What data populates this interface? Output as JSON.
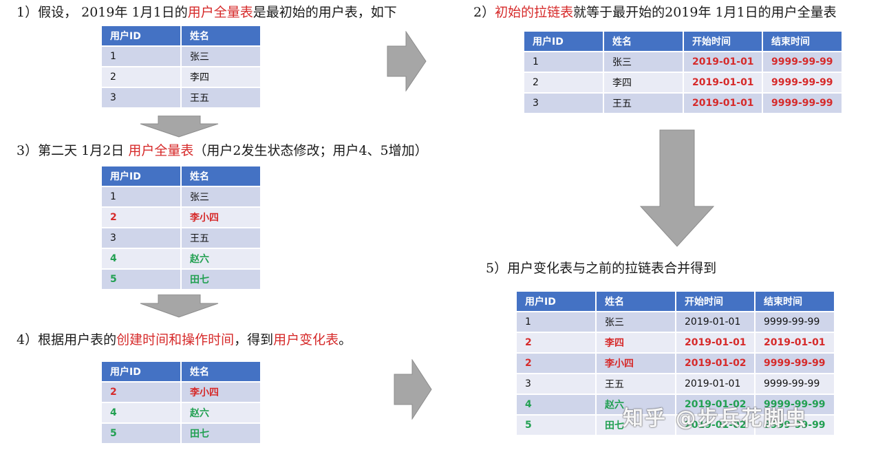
{
  "step1": {
    "parts": [
      {
        "text": "1）假设， 2019年 1月1日的",
        "red": false
      },
      {
        "text": "用户全量表",
        "red": true
      },
      {
        "text": "是最初始的用户表，如下",
        "red": false
      }
    ],
    "columns": [
      "用户ID",
      "姓名"
    ],
    "rows": [
      {
        "cells": [
          "1",
          "张三"
        ],
        "color": ""
      },
      {
        "cells": [
          "2",
          "李四"
        ],
        "color": ""
      },
      {
        "cells": [
          "3",
          "王五"
        ],
        "color": ""
      }
    ]
  },
  "step2": {
    "parts": [
      {
        "text": "2）",
        "red": false
      },
      {
        "text": "初始的拉链表",
        "red": true
      },
      {
        "text": "就等于最开始的2019年 1月1日的用户全量表",
        "red": false
      }
    ],
    "columns": [
      "用户ID",
      "姓名",
      "开始时间",
      "结束时间"
    ],
    "rows": [
      {
        "cells": [
          "1",
          "张三",
          "2019-01-01",
          "9999-99-99"
        ],
        "colors": [
          "",
          "",
          "red",
          "red"
        ]
      },
      {
        "cells": [
          "2",
          "李四",
          "2019-01-01",
          "9999-99-99"
        ],
        "colors": [
          "",
          "",
          "red",
          "red"
        ]
      },
      {
        "cells": [
          "3",
          "王五",
          "2019-01-01",
          "9999-99-99"
        ],
        "colors": [
          "",
          "",
          "red",
          "red"
        ]
      }
    ]
  },
  "step3": {
    "parts": [
      {
        "text": "3）第二天 1月2日 ",
        "red": false
      },
      {
        "text": "用户全量表",
        "red": true
      },
      {
        "text": "（用户2发生状态修改；用户4、5增加）",
        "red": false
      }
    ],
    "columns": [
      "用户ID",
      "姓名"
    ],
    "rows": [
      {
        "cells": [
          "1",
          "张三"
        ],
        "color": ""
      },
      {
        "cells": [
          "2",
          "李小四"
        ],
        "color": "red"
      },
      {
        "cells": [
          "3",
          "王五"
        ],
        "color": ""
      },
      {
        "cells": [
          "4",
          "赵六"
        ],
        "color": "green"
      },
      {
        "cells": [
          "5",
          "田七"
        ],
        "color": "green"
      }
    ]
  },
  "step4": {
    "parts": [
      {
        "text": "4）根据用户表的",
        "red": false
      },
      {
        "text": "创建时间和操作时间",
        "red": true
      },
      {
        "text": "，得到",
        "red": false
      },
      {
        "text": "用户变化表",
        "red": true
      },
      {
        "text": "。",
        "red": false
      }
    ],
    "columns": [
      "用户ID",
      "姓名"
    ],
    "rows": [
      {
        "cells": [
          "2",
          "李小四"
        ],
        "color": "red"
      },
      {
        "cells": [
          "4",
          "赵六"
        ],
        "color": "green"
      },
      {
        "cells": [
          "5",
          "田七"
        ],
        "color": "green"
      }
    ]
  },
  "step5": {
    "parts": [
      {
        "text": "5）用户变化表与之前的拉链表合并得到",
        "red": false
      }
    ],
    "columns": [
      "用户ID",
      "姓名",
      "开始时间",
      "结束时间"
    ],
    "rows": [
      {
        "cells": [
          "1",
          "张三",
          "2019-01-01",
          "9999-99-99"
        ],
        "color": ""
      },
      {
        "cells": [
          "2",
          "李四",
          "2019-01-01",
          "2019-01-01"
        ],
        "color": "red"
      },
      {
        "cells": [
          "2",
          "李小四",
          "2019-01-02",
          "9999-99-99"
        ],
        "color": "red"
      },
      {
        "cells": [
          "3",
          "王五",
          "2019-01-01",
          "9999-99-99"
        ],
        "color": ""
      },
      {
        "cells": [
          "4",
          "赵六",
          "2019-01-02",
          "9999-99-99"
        ],
        "color": "green"
      },
      {
        "cells": [
          "5",
          "田七",
          "2019-01-02",
          "9999-99-99"
        ],
        "color": "green"
      }
    ]
  },
  "watermark": "知乎 @步兵花脚虫",
  "colors": {
    "header": "#4472c4",
    "row_odd": "#cfd5ea",
    "row_even": "#e9ebf5",
    "red": "#d62a2a",
    "green": "#22a052",
    "arrow": "#a6a6a6"
  }
}
